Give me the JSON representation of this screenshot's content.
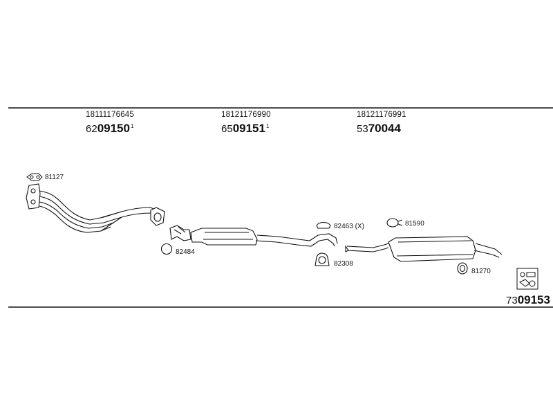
{
  "header_parts": [
    {
      "pn": "18111176645",
      "code_prefix": "62",
      "code_main": "09150",
      "code_suffix": "1"
    },
    {
      "pn": "18121176990",
      "code_prefix": "65",
      "code_main": "09151",
      "code_suffix": "1"
    },
    {
      "pn": "18121176991",
      "code_prefix": "53",
      "code_main": "70044",
      "code_suffix": ""
    }
  ],
  "labels": {
    "gasket_81127": "81127",
    "ring_82484": "82484",
    "clamp_82463": "82463 (X)",
    "clamp_82308": "82308",
    "rubber_81590": "81590",
    "ring_81270": "81270"
  },
  "footer_code": {
    "prefix": "73",
    "main": "09153"
  },
  "icons": [
    "mounting-kit-icon"
  ]
}
